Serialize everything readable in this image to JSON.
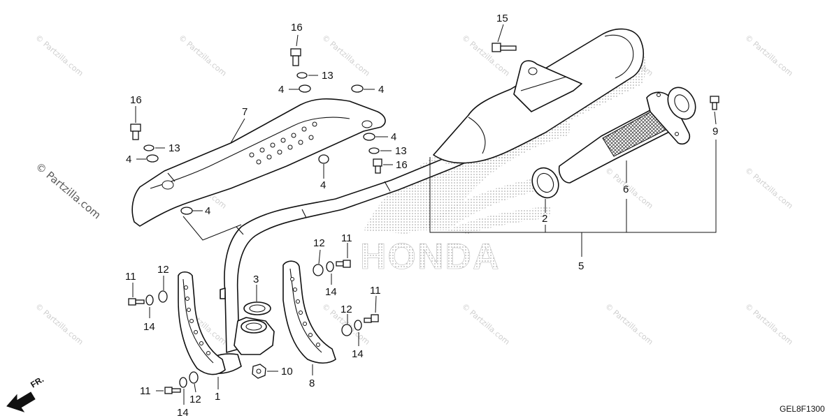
{
  "watermark": {
    "text": "© Partzilla.com"
  },
  "brand_logo": {
    "text": "HONDA"
  },
  "diagram_code": "GEL8F1300",
  "front_arrow": {
    "label": "FR."
  },
  "callouts": {
    "c1": "1",
    "c2": "2",
    "c3": "3",
    "c4a": "4",
    "c4b": "4",
    "c4c": "4",
    "c4d": "4",
    "c4e": "4",
    "c4f": "4",
    "c5": "5",
    "c6": "6",
    "c7": "7",
    "c8": "8",
    "c9": "9",
    "c10": "10",
    "c11a": "11",
    "c11b": "11",
    "c11c": "11",
    "c11d": "11",
    "c12a": "12",
    "c12b": "12",
    "c12c": "12",
    "c12d": "12",
    "c13a": "13",
    "c13b": "13",
    "c13c": "13",
    "c14a": "14",
    "c14b": "14",
    "c14c": "14",
    "c14d": "14",
    "c15": "15",
    "c16a": "16",
    "c16b": "16",
    "c16c": "16"
  }
}
